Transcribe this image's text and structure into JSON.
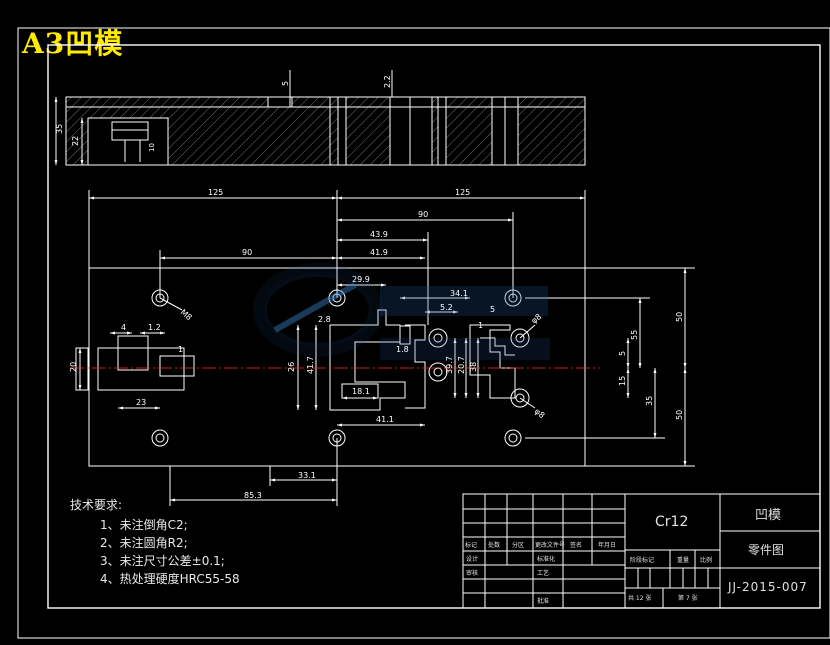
{
  "sheet": {
    "label": "A3凹模"
  },
  "dimensions": {
    "top_width_left": "125",
    "top_width_right": "125",
    "w90_right": "90",
    "w43_9": "43.9",
    "w41_9": "41.9",
    "w90_left": "90",
    "w29_9": "29.9",
    "w34_1": "34.1",
    "w5_2": "5.2",
    "w2_8": "2.8",
    "w5": "5",
    "w1_2": "1.2",
    "w4": "4",
    "w1": "1",
    "w1_b": "1",
    "d1_8": "1.8",
    "w18_1": "18.1",
    "w41_1": "41.1",
    "w23": "23",
    "w33_1": "33.1",
    "w85_3": "85.3",
    "h20": "20",
    "h26": "26",
    "h41_7": "41.7",
    "h39_7": "39.7",
    "h20_7": "20.7",
    "h38": "38",
    "h55": "55",
    "h5": "5",
    "h15": "15",
    "h35": "35",
    "h50_top": "50",
    "h50_bottom": "50",
    "hole_m8": "M8",
    "hole_phi8": "φ8",
    "hole_phi8_b": "φ8",
    "sec_5": "5",
    "sec_2_2": "2.2",
    "sec_35": "35",
    "sec_22": "22",
    "sec_10": "10"
  },
  "technical_requirements": {
    "title": "技术要求:",
    "items": [
      "1、未注倒角C2;",
      "2、未注圆角R2;",
      "3、未注尺寸公差±0.1;",
      "4、热处理硬度HRC55-58"
    ]
  },
  "title_block": {
    "material": "Cr12",
    "part_name": "凹模",
    "drawing_type": "零件图",
    "drawing_number": "JJ-2015-007",
    "row_labels": [
      "标记",
      "处数",
      "分区",
      "更改文件号",
      "签名",
      "年月日"
    ],
    "design": "设计",
    "standardize": "标准化",
    "check": "审核",
    "craft": "工艺",
    "approve": "批准",
    "stage_mark": "阶段标记",
    "weight": "重量",
    "scale": "比例",
    "sheet_of": "共 12 张",
    "sheet_no": "第 7 张"
  }
}
